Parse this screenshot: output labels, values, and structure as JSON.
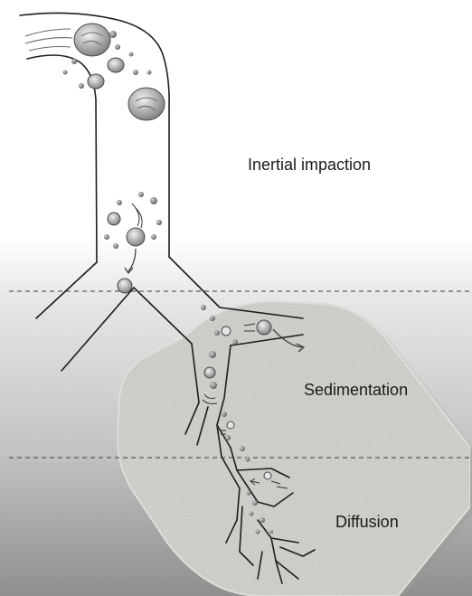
{
  "labels": {
    "inertial": "Inertial impaction",
    "sedimentation": "Sedimentation",
    "diffusion": "Diffusion"
  },
  "colors": {
    "background_top": "#ffffff",
    "background_bottom": "#8f8f8f",
    "airway_line": "#1e1e1e",
    "tissue_fill": "#d3d3cd",
    "particle": "#9a9a9a",
    "divider": "#3a3a3a"
  }
}
